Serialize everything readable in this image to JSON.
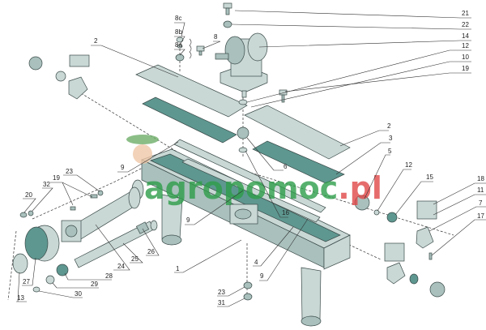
{
  "diagram": {
    "title": "Exploded parts view",
    "watermark": {
      "text_main": "agropomoc",
      "text_suffix": ".pl",
      "color_main": "#2e9e4a",
      "color_suffix": "#e04848"
    },
    "labels": {
      "l8c": "8c",
      "l8b": "8b",
      "l8a": "8a",
      "l8": "8",
      "l21": "21",
      "l22": "22",
      "l14": "14",
      "l12a": "12",
      "l10": "10",
      "l19a": "19",
      "l2a": "2",
      "l2b": "2",
      "l3": "3",
      "l5": "5",
      "l12b": "12",
      "l15": "15",
      "l18": "18",
      "l11": "11",
      "l7": "7",
      "l17": "17",
      "l9a": "9",
      "l6": "6",
      "l16": "16",
      "l9b": "9",
      "l23a": "23",
      "l19b": "19",
      "l32": "32",
      "l20": "20",
      "l24": "24",
      "l25": "25",
      "l26": "26",
      "l28": "28",
      "l29": "29",
      "l30": "30",
      "l27": "27",
      "l13": "13",
      "l1": "1",
      "l4": "4",
      "l9c": "9",
      "l23b": "23",
      "l31": "31"
    }
  }
}
